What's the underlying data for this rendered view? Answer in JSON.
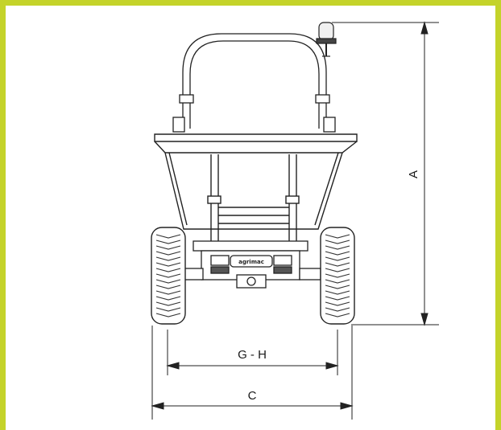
{
  "title": "",
  "frame": {
    "border_color": "#c4d32a"
  },
  "dimensions": {
    "height_label": "A",
    "inner_width_label": "G - H",
    "overall_width_label": "C"
  },
  "machine": {
    "brand_text": "agrimac"
  }
}
